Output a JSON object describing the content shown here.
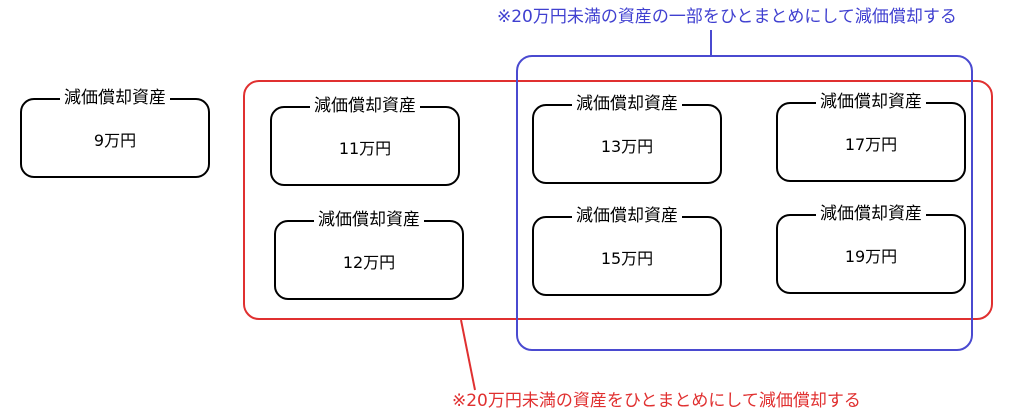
{
  "colors": {
    "red_group": "#e03030",
    "blue_group": "#4a4ad0",
    "box_border": "#000000"
  },
  "notes": {
    "blue": "※20万円未満の資産の一部をひとまとめにして減価償却する",
    "red": "※20万円未満の資産をひとまとめにして減価償却する"
  },
  "assets": [
    {
      "title": "減価償却資産",
      "value": "9万円"
    },
    {
      "title": "減価償却資産",
      "value": "11万円"
    },
    {
      "title": "減価償却資産",
      "value": "12万円"
    },
    {
      "title": "減価償却資産",
      "value": "13万円"
    },
    {
      "title": "減価償却資産",
      "value": "15万円"
    },
    {
      "title": "減価償却資産",
      "value": "17万円"
    },
    {
      "title": "減価償却資産",
      "value": "19万円"
    }
  ]
}
